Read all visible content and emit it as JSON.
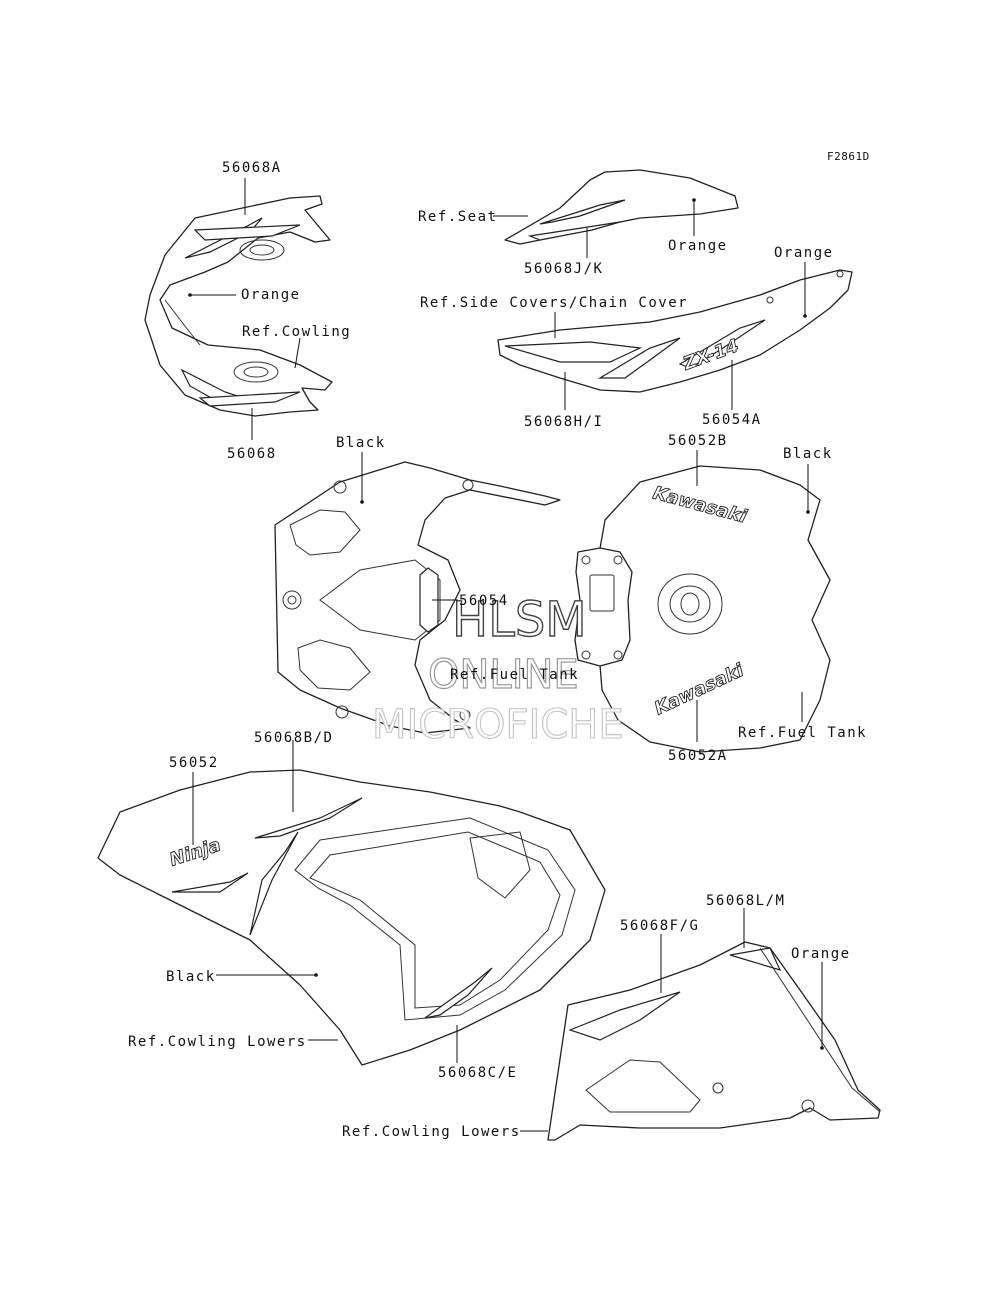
{
  "figure_id": "F2861D",
  "labels": {
    "p56068A": "56068A",
    "orange_cowling": "Orange",
    "ref_cowling": "Ref.Cowling",
    "p56068": "56068",
    "ref_seat": "Ref.Seat",
    "orange_seat": "Orange",
    "p56068JK": "56068J/K",
    "orange_sidecover": "Orange",
    "ref_sidecovers": "Ref.Side Covers/Chain Cover",
    "p56068HI": "56068H/I",
    "p56054A": "56054A",
    "black_center": "Black",
    "p56054": "56054",
    "ref_fuel_tank_center": "Ref.Fuel Tank",
    "p56052B": "56052B",
    "black_tank": "Black",
    "ref_fuel_tank": "Ref.Fuel Tank",
    "p56052A": "56052A",
    "p56052": "56052",
    "p56068BD": "56068B/D",
    "black_lower": "Black",
    "ref_cowling_lowers_left": "Ref.Cowling Lowers",
    "p56068CE": "56068C/E",
    "p56068LM": "56068L/M",
    "p56068FG": "56068F/G",
    "orange_lower": "Orange",
    "ref_cowling_lowers_right": "Ref.Cowling Lowers"
  },
  "decal_text": {
    "kawasaki_top": "Kawasaki",
    "kawasaki_bottom": "Kawasaki",
    "ninja": "Ninja",
    "zx14": "ZX-14"
  },
  "watermark": {
    "line1": "HLSM",
    "line2": "ONLINE",
    "line3": "MICROFICHE"
  }
}
